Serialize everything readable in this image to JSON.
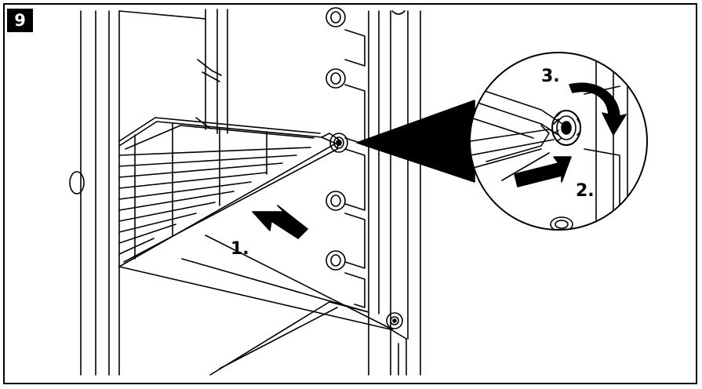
{
  "step_number": "9",
  "labels": {
    "step1": "1.",
    "step2": "2.",
    "step3": "3."
  },
  "colors": {
    "line": "#000000",
    "background": "#ffffff",
    "badge": "#000000"
  }
}
